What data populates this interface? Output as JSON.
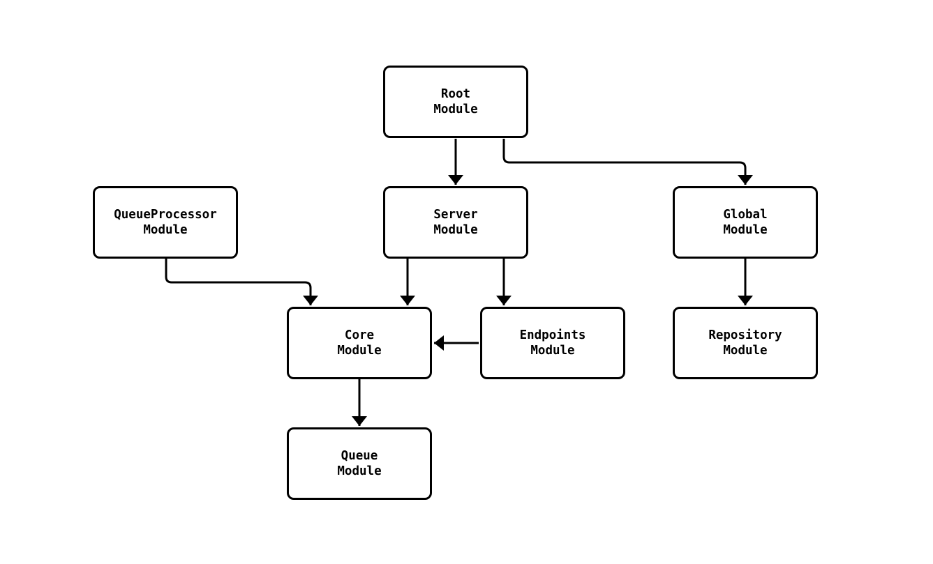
{
  "diagram": {
    "type": "module-dependency-diagram",
    "background_color": "#ffffff",
    "node_fill_color": "#ffffff",
    "node_border_color": "#000000",
    "edge_color": "#000000",
    "nodes": {
      "root": {
        "label": "Root\nModule"
      },
      "queueprocessor": {
        "label": "QueueProcessor\nModule"
      },
      "server": {
        "label": "Server\nModule"
      },
      "global": {
        "label": "Global\nModule"
      },
      "core": {
        "label": "Core\nModule"
      },
      "endpoints": {
        "label": "Endpoints\nModule"
      },
      "repository": {
        "label": "Repository\nModule"
      },
      "queue": {
        "label": "Queue\nModule"
      }
    },
    "edges": [
      {
        "from": "Root Module",
        "to": "Server Module"
      },
      {
        "from": "Root Module",
        "to": "Global Module"
      },
      {
        "from": "QueueProcessor Module",
        "to": "Core Module"
      },
      {
        "from": "Server Module",
        "to": "Core Module"
      },
      {
        "from": "Server Module",
        "to": "Endpoints Module"
      },
      {
        "from": "Endpoints Module",
        "to": "Core Module"
      },
      {
        "from": "Global Module",
        "to": "Repository Module"
      },
      {
        "from": "Core Module",
        "to": "Queue Module"
      }
    ]
  }
}
